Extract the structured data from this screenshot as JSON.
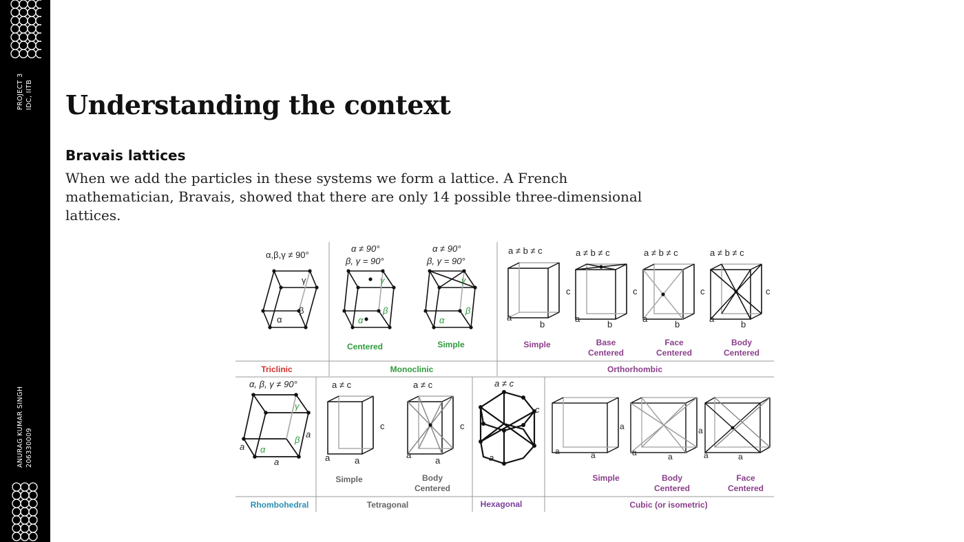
{
  "sidebar": {
    "top_text": [
      "PROJECT 3",
      "IDC, IITB"
    ],
    "bottom_text": [
      "ANURAG KUMAR SINGH",
      "206330009"
    ]
  },
  "page": {
    "title": "Understanding the context",
    "subtitle": "Bravais lattices",
    "body": "When we add the particles in these systems we form a lattice. A French mathematician, Bravais, showed that there are only 14 possible three-dimensional lattices."
  },
  "figure": {
    "row1": {
      "conditions": [
        "α,β,γ ≠ 90°",
        "α ≠ 90°",
        "β, γ = 90°",
        "α ≠ 90°",
        "β, γ = 90°",
        "a ≠ b ≠ c",
        "a ≠ b ≠ c",
        "a ≠ b ≠ c",
        "a ≠ b ≠ c"
      ],
      "sublabels": [
        "Centered",
        "Simple",
        "Simple",
        "Base",
        "Centered",
        "Face",
        "Centered",
        "Body",
        "Centered"
      ],
      "systems": [
        "Triclinic",
        "Monoclinic",
        "Orthorhombic"
      ]
    },
    "row2": {
      "conditions": [
        "α, β, γ ≠ 90°",
        "a ≠ c",
        "a ≠ c",
        "a ≠ c"
      ],
      "sublabels": [
        "Simple",
        "Body",
        "Centered",
        "Simple",
        "Body",
        "Centered",
        "Face",
        "Centered"
      ],
      "systems": [
        "Rhombohedral",
        "Tetragonal",
        "Hexagonal",
        "Cubic (or isometric)"
      ]
    },
    "glyphs": {
      "a": "a",
      "b": "b",
      "c": "c",
      "alpha": "α",
      "beta": "β",
      "gamma": "γ"
    },
    "colors": {
      "triclinic": "#d0302a",
      "monoclinic": "#2e9a3c",
      "orthorhombic": "#8a3f8a",
      "rhombohedral": "#2a8fb0",
      "tetragonal": "#666666",
      "hexagonal": "#7a3f9a",
      "cubic": "#8a3f8a",
      "angle_green": "#2e9a3c"
    }
  }
}
